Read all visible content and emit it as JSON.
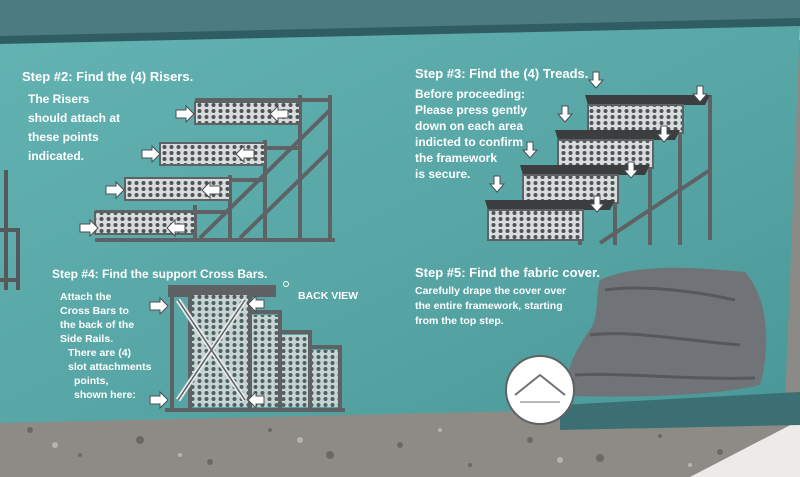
{
  "colors": {
    "box_teal": "#5aa8a8",
    "box_dark": "#3a6f72",
    "counter_granite": "#8c8a86",
    "stair_gray": "#6c6f72"
  },
  "step2": {
    "title": "Step #2:  Find the (4) Risers.",
    "lines": [
      "The Risers",
      "should attach at",
      "these points",
      "indicated."
    ]
  },
  "step3": {
    "title": "Step #3:  Find the (4) Treads.",
    "lines": [
      "Before proceeding:",
      "Please press gently",
      "down on each area",
      "indicted to confirm",
      "the framework",
      "is secure."
    ]
  },
  "step4": {
    "title": "Step #4: Find the support Cross Bars.",
    "lines": [
      "Attach the",
      "Cross Bars to",
      "the back of the",
      "Side Rails.",
      "There are (4)",
      "slot attachments",
      "points,",
      "shown here:"
    ],
    "view_label": "BACK VIEW"
  },
  "step5": {
    "title_prefix": "Step #5:  Find the ",
    "title_em": "fabric cover.",
    "lines": [
      "Carefully drape the cover over",
      "the entire framework, starting",
      "from the top step."
    ]
  }
}
